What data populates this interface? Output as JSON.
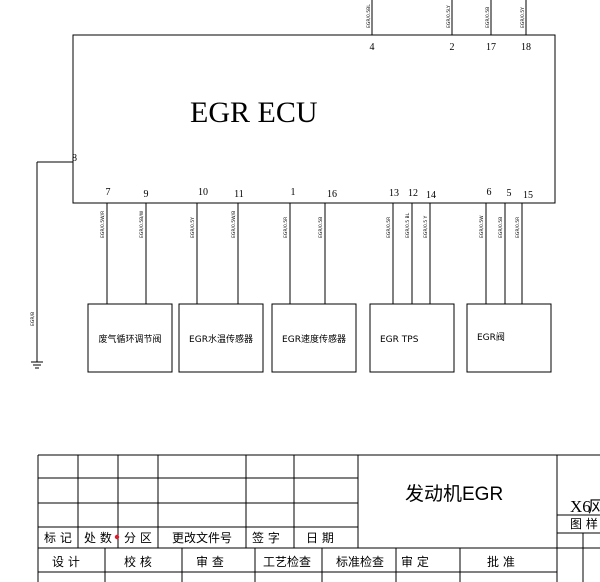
{
  "ecu": {
    "title": "EGR  ECU"
  },
  "top_pins": [
    {
      "pin": "4",
      "wire": "EGR/0.5BL"
    },
    {
      "pin": "2",
      "wire": "EGR/0.5LY"
    },
    {
      "pin": "17",
      "wire": "EGR/0.5B"
    },
    {
      "pin": "18",
      "wire": "EGR/0.5Y"
    }
  ],
  "left_pin": {
    "pin": "8",
    "wire": "EGR/B"
  },
  "bottom_pins": [
    {
      "pin": "7",
      "wire": "EGR/0.5W/R"
    },
    {
      "pin": "9",
      "wire": "EGR/0.5B/W"
    },
    {
      "pin": "10",
      "wire": "EGR/0.5Y"
    },
    {
      "pin": "11",
      "wire": "EGR/0.5W/B"
    },
    {
      "pin": "1",
      "wire": "EGR/0.5R"
    },
    {
      "pin": "16",
      "wire": "EGR/0.5B"
    },
    {
      "pin": "13",
      "wire": "EGR/0.5R"
    },
    {
      "pin": "12",
      "wire": "EGR/0.5 BL"
    },
    {
      "pin": "14",
      "wire": "EGR/0.5 Y"
    },
    {
      "pin": "6",
      "wire": "EGR/0.5W"
    },
    {
      "pin": "5",
      "wire": "EGR/0.5B"
    },
    {
      "pin": "15",
      "wire": "EGR/0.5R"
    }
  ],
  "components": [
    {
      "label": "废气循环调节阀"
    },
    {
      "label": "EGR水温传感器"
    },
    {
      "label": "EGR速度传感器"
    },
    {
      "label": "EGR  TPS"
    },
    {
      "label": "EGR阀"
    }
  ],
  "title_block": {
    "drawing_title": "发动机EGR",
    "model_fragment": "X6",
    "model_cut": "风",
    "tuyang": "图 样",
    "rev_headers": [
      "标 记",
      "处 数",
      "分 区",
      "更改文件号",
      "签  字",
      "日  期"
    ],
    "sign_headers": [
      "设    计",
      "校    核",
      "审    查",
      "工艺检查",
      "标准检查",
      "审    定",
      "批    准"
    ]
  }
}
